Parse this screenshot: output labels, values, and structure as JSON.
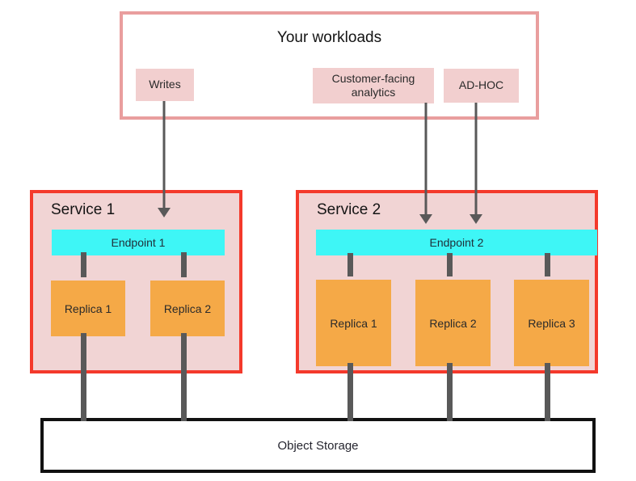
{
  "diagram": {
    "workloads": {
      "title": "Your workloads",
      "items": [
        {
          "label": "Writes"
        },
        {
          "label": "Customer-facing analytics"
        },
        {
          "label": "AD-HOC"
        }
      ]
    },
    "services": [
      {
        "title": "Service 1",
        "endpoint": {
          "label": "Endpoint 1"
        },
        "replicas": [
          {
            "label": "Replica 1"
          },
          {
            "label": "Replica 2"
          }
        ]
      },
      {
        "title": "Service 2",
        "endpoint": {
          "label": "Endpoint 2"
        },
        "replicas": [
          {
            "label": "Replica 1"
          },
          {
            "label": "Replica 2"
          },
          {
            "label": "Replica 3"
          }
        ]
      }
    ],
    "storage": {
      "label": "Object Storage"
    },
    "colors": {
      "workloads_border": "#e99e9e",
      "workload_item_fill": "#f2cfcf",
      "service_border": "#f4392b",
      "service_fill": "#f1d4d4",
      "endpoint_fill": "#3ef6f6",
      "replica_fill": "#f5a947",
      "connector_gray": "#595959",
      "storage_border": "#111111"
    }
  }
}
